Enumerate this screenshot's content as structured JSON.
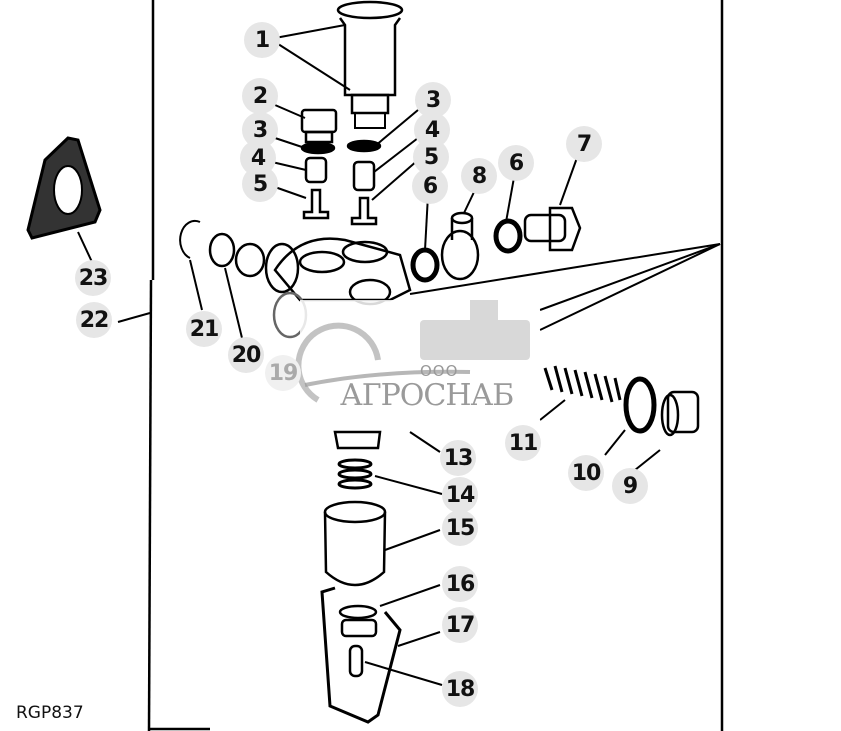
{
  "figure": {
    "code": "RGP837",
    "type": "exploded-parts-diagram",
    "subject": "fuel transfer pump assembly"
  },
  "callouts": [
    {
      "id": "1",
      "label": "1"
    },
    {
      "id": "2",
      "label": "2"
    },
    {
      "id": "3a",
      "label": "3"
    },
    {
      "id": "3b",
      "label": "3"
    },
    {
      "id": "4a",
      "label": "4"
    },
    {
      "id": "4b",
      "label": "4"
    },
    {
      "id": "5a",
      "label": "5"
    },
    {
      "id": "5b",
      "label": "5"
    },
    {
      "id": "6a",
      "label": "6"
    },
    {
      "id": "6b",
      "label": "6"
    },
    {
      "id": "7",
      "label": "7"
    },
    {
      "id": "8",
      "label": "8"
    },
    {
      "id": "9",
      "label": "9"
    },
    {
      "id": "10",
      "label": "10"
    },
    {
      "id": "11",
      "label": "11"
    },
    {
      "id": "13",
      "label": "13"
    },
    {
      "id": "14",
      "label": "14"
    },
    {
      "id": "15",
      "label": "15"
    },
    {
      "id": "16",
      "label": "16"
    },
    {
      "id": "17",
      "label": "17"
    },
    {
      "id": "18",
      "label": "18"
    },
    {
      "id": "19",
      "label": "19"
    },
    {
      "id": "20",
      "label": "20"
    },
    {
      "id": "21",
      "label": "21"
    },
    {
      "id": "22",
      "label": "22"
    },
    {
      "id": "23",
      "label": "23"
    }
  ],
  "watermark": {
    "prefix": "ООО",
    "name": "АГРОСНАБ"
  }
}
